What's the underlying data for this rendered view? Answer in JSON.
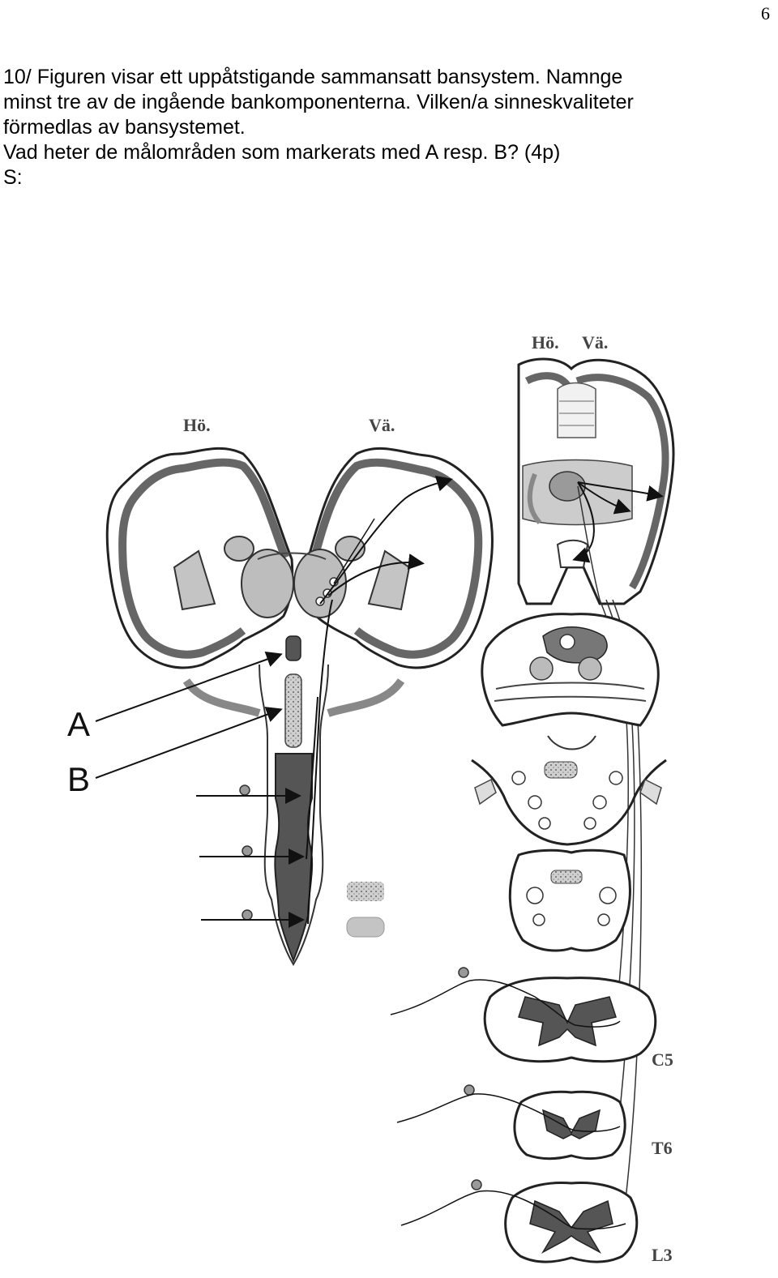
{
  "page_number": "6",
  "question": {
    "lines": [
      "10/ Figuren visar ett uppåtstigande sammansatt bansystem. Namnge",
      "minst tre av de ingående bankomponenterna. Vilken/a sinneskvaliteter",
      "förmedlas av bansystemet.",
      "Vad heter de målområden som markerats med A resp. B?  (4p)",
      "S:"
    ]
  },
  "figure": {
    "left_brain": {
      "right_label": "Hö.",
      "left_label": "Vä."
    },
    "right_brain": {
      "right_label": "Hö.",
      "left_label": "Vä."
    },
    "markers": {
      "a": "A",
      "b": "B"
    },
    "spinal_levels": [
      "C5",
      "T6",
      "L3"
    ],
    "colors": {
      "dark": "#555555",
      "mid": "#9a9a9a",
      "light": "#bdbdbd",
      "outline": "#222222"
    }
  }
}
